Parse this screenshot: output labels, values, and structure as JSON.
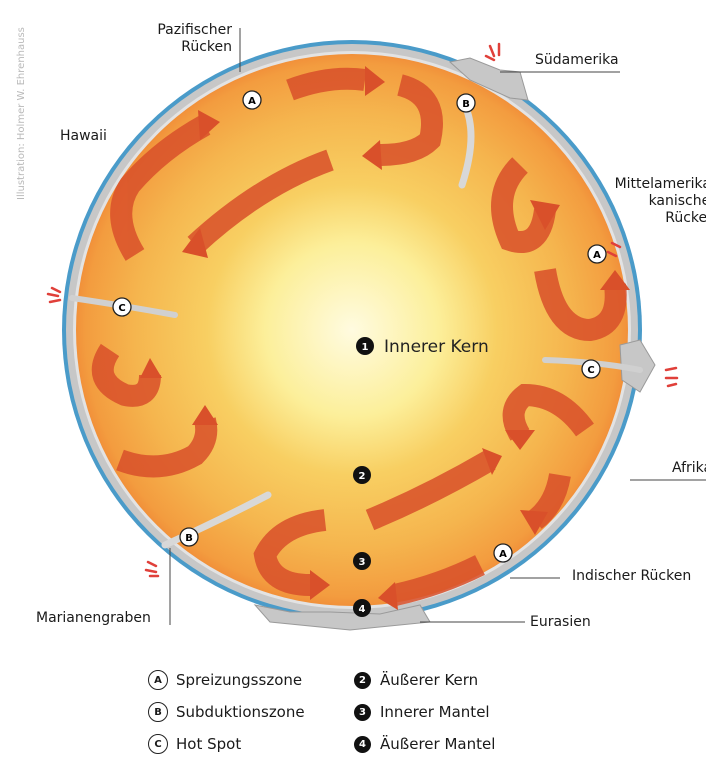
{
  "credit": "Illustration: Holmer W. Ehrenhauss",
  "labels": {
    "pazifischer": [
      "Pazifischer",
      "Rücken"
    ],
    "suedamerika": "Südamerika",
    "hawaii": "Hawaii",
    "mittelamerikanisch": [
      "Mittelamerika-",
      "kanischer",
      "Rücken"
    ],
    "afrika": "Afrika",
    "indischer": "Indischer Rücken",
    "eurasien": "Eurasien",
    "marianengraben": "Marianengraben"
  },
  "markers": {
    "a": "A",
    "b": "B",
    "c": "C",
    "n1": "1",
    "n2": "2",
    "n3": "3",
    "n4": "4"
  },
  "core_label": "Innerer Kern",
  "legend": {
    "left": [
      {
        "marker": "A",
        "text": "Spreizungsszone"
      },
      {
        "marker": "B",
        "text": "Subduktionszone"
      },
      {
        "marker": "C",
        "text": "Hot Spot"
      }
    ],
    "right": [
      {
        "marker": "2",
        "text": "Äußerer Kern"
      },
      {
        "marker": "3",
        "text": "Innerer Mantel"
      },
      {
        "marker": "4",
        "text": "Äußerer Mantel"
      }
    ]
  },
  "colors": {
    "ocean": "#4a9bc9",
    "crust": "#c7c7c7",
    "outer_mantle": "#f08a3a",
    "inner_mantle": "#f6b24c",
    "core_center": "#fffbe0",
    "arrow": "#d9502a",
    "burst": "#e0403a"
  }
}
